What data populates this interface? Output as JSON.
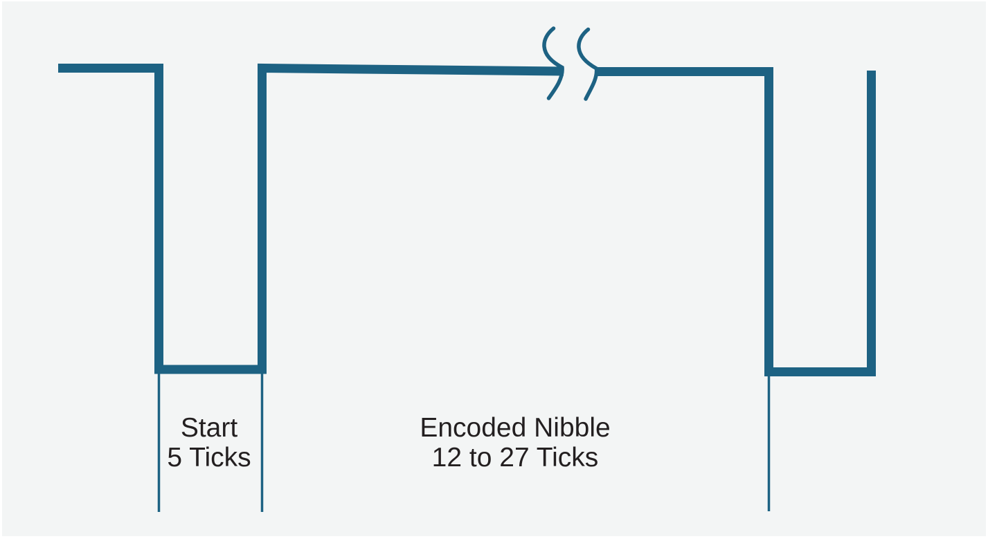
{
  "colors": {
    "waveform": "#1d6283",
    "panel_background": "#f3f5f5",
    "page_background": "#ffffff",
    "label_text": "#231f20"
  },
  "labels": {
    "start_pulse": {
      "line1": "Start",
      "line2": "5 Ticks"
    },
    "encoded_nibble": {
      "line1": "Encoded Nibble",
      "line2": "12 to 27 Ticks"
    }
  },
  "waveform": {
    "type": "digital-timing",
    "segments": [
      {
        "name": "initial-high"
      },
      {
        "name": "start-pulse-low",
        "duration_label": "5 Ticks"
      },
      {
        "name": "high-period-with-time-break"
      },
      {
        "name": "encoded-nibble-pulse-low",
        "duration_label": "12 to 27 Ticks"
      }
    ]
  }
}
